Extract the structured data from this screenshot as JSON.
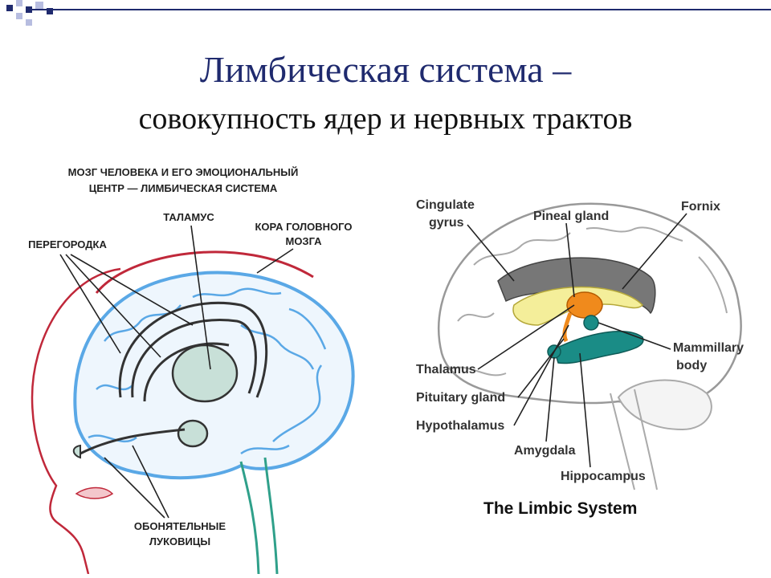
{
  "slide": {
    "title_line1": "Лимбическая система –",
    "title_line2": "совокупность ядер и нервных трактов"
  },
  "left_figure": {
    "heading_line1": "МОЗГ ЧЕЛОВЕКА И ЕГО ЭМОЦИОНАЛЬНЫЙ",
    "heading_line2": "ЦЕНТР — ЛИМБИЧЕСКАЯ СИСТЕМА",
    "labels": {
      "thalamus": "ТАЛАМУС",
      "cortex_line1": "КОРА ГОЛОВНОГО",
      "cortex_line2": "МОЗГА",
      "septum": "ПЕРЕГОРОДКА",
      "bulbs_line1": "ОБОНЯТЕЛЬНЫЕ",
      "bulbs_line2": "ЛУКОВИЦЫ"
    }
  },
  "right_figure": {
    "labels": {
      "cingulate_line1": "Cingulate",
      "cingulate_line2": "gyrus",
      "pineal": "Pineal gland",
      "fornix": "Fornix",
      "mammillary_line1": "Mammillary",
      "mammillary_line2": "body",
      "thalamus": "Thalamus",
      "pituitary": "Pituitary gland",
      "hypothalamus": "Hypothalamus",
      "amygdala": "Amygdala",
      "hippocampus": "Hippocampus"
    },
    "caption": "The Limbic System"
  },
  "colors": {
    "title": "#1f2a6e",
    "deco_blue": "#1f2a6e",
    "deco_light": "#b7bde0",
    "brain_blue": "#5aa8e6",
    "scalp_red": "#c0283a",
    "spine_green": "#2fa08a",
    "cingulate_gray": "#777777",
    "fornix_yellow": "#f4ee9a",
    "pineal_orange": "#f08a1c",
    "hippocampus_teal": "#1a8c86"
  }
}
